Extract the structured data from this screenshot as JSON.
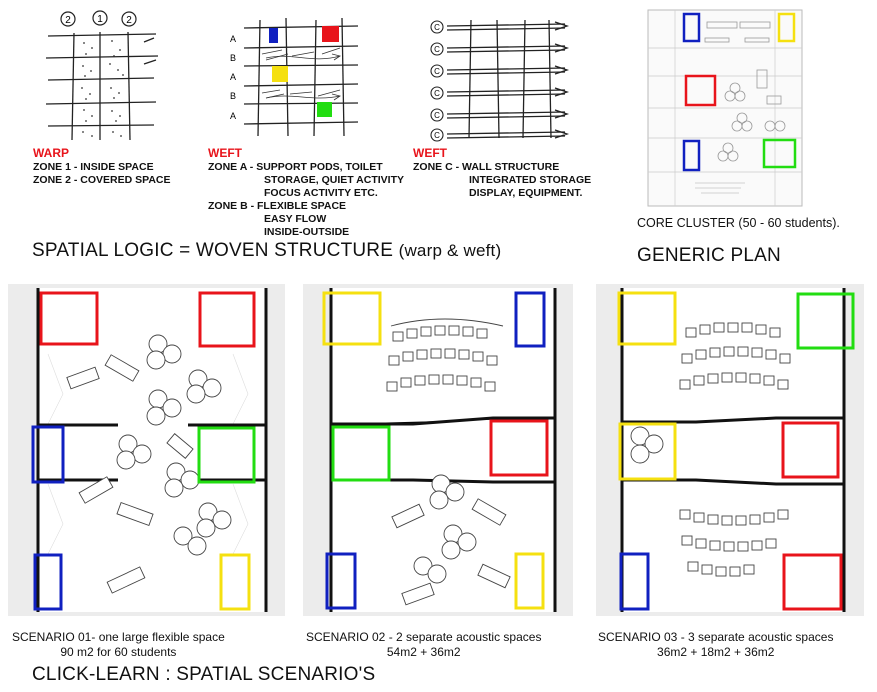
{
  "colors": {
    "red": "#e8141b",
    "blue": "#1020c0",
    "yellow": "#f5e010",
    "green": "#22dd11",
    "wall": "#111111",
    "floor": "#f2f2f2"
  },
  "sketch1": {
    "circle_labels": [
      "2",
      "1",
      "2"
    ],
    "heading": "WARP",
    "lines": [
      "ZONE 1 - INSIDE SPACE",
      "ZONE 2 - COVERED SPACE"
    ]
  },
  "sketch2": {
    "row_labels": [
      "A",
      "B",
      "A",
      "B",
      "A"
    ],
    "heading": "WEFT",
    "lines": [
      "ZONE A - SUPPORT PODS, TOILET",
      "STORAGE, QUIET ACTIVITY",
      "FOCUS ACTIVITY ETC.",
      "ZONE B - FLEXIBLE SPACE",
      "EASY FLOW",
      "INSIDE-OUTSIDE"
    ]
  },
  "sketch3": {
    "circle_label": "C",
    "heading": "WEFT",
    "lines": [
      "ZONE C - WALL STRUCTURE",
      "INTEGRATED STORAGE",
      "DISPLAY, EQUIPMENT."
    ]
  },
  "core_caption": "CORE CLUSTER (50 - 60 students).",
  "spatial_title": "SPATIAL LOGIC = WOVEN STRUCTURE",
  "spatial_title_note": "(warp & weft)",
  "generic_plan": "GENERIC PLAN",
  "scenarios": [
    {
      "line1": "SCENARIO 01- one large flexible space",
      "line2": "90 m2 for 60 students"
    },
    {
      "line1": "SCENARIO 02 - 2 separate acoustic spaces",
      "line2": "54m2 +  36m2"
    },
    {
      "line1": "SCENARIO 03 - 3 separate acoustic spaces",
      "line2": "36m2 + 18m2 + 36m2"
    }
  ],
  "footer_title": "CLICK-LEARN :  SPATIAL SCENARIO'S"
}
